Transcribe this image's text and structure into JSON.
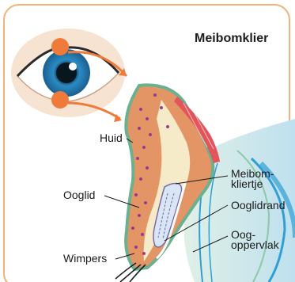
{
  "title": "Meibomklier",
  "labels": {
    "huid": "Huid",
    "ooglid": "Ooglid",
    "wimpers": "Wimpers",
    "meibomkliertje": "Meibom-\nkliertje",
    "ooglidrand": "Ooglidrand",
    "oogoppervlak": "Oog-\noppervlak"
  },
  "colors": {
    "frame": "#f2b27c",
    "accent_orange": "#f07a3a",
    "skin": "#e49566",
    "skin_outline": "#6bb08f",
    "iris": "#2f9fd6"
  }
}
